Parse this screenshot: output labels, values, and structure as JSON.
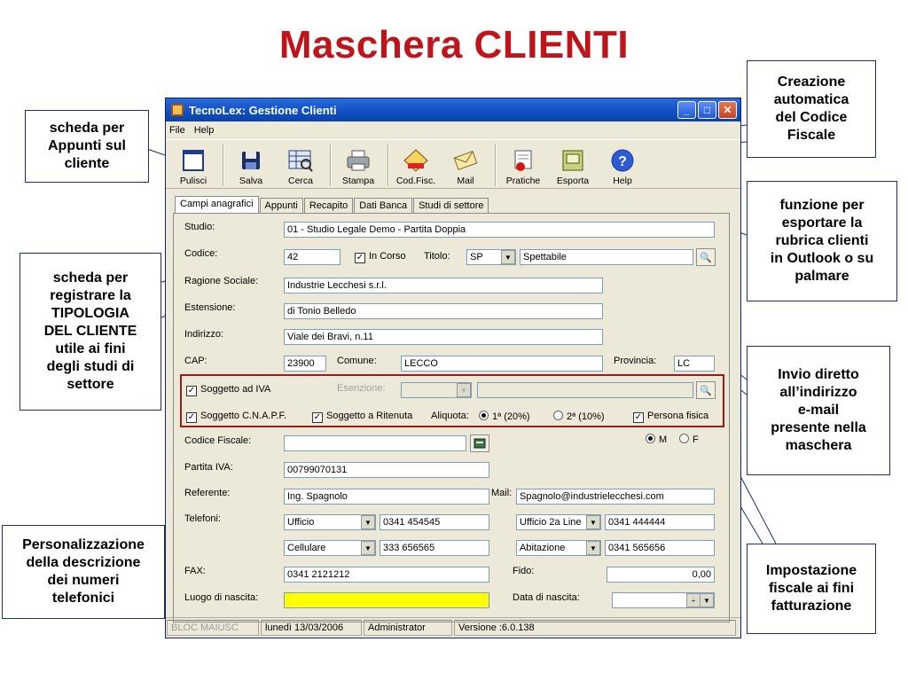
{
  "slide_title": "Maschera  CLIENTI",
  "callouts": {
    "appunti": [
      "scheda per",
      "Appunti sul",
      "cliente"
    ],
    "studi": [
      "scheda per",
      "registrare la",
      "TIPOLOGIA",
      "DEL CLIENTE",
      "utile ai fini",
      "degli studi di",
      "settore"
    ],
    "telefoni": [
      "Personalizzazione",
      "della descrizione",
      "dei numeri",
      "telefonici"
    ],
    "codfisc": [
      "Creazione",
      "automatica",
      "del Codice",
      "Fiscale"
    ],
    "esporta": [
      "funzione per",
      "esportare la",
      "rubrica clienti",
      "in Outlook o su",
      "palmare"
    ],
    "mail": [
      "Invio diretto",
      "all’indirizzo",
      "e-mail",
      "presente nella",
      "maschera"
    ],
    "fiscale": [
      "Impostazione",
      "fiscale ai fini",
      "fatturazione"
    ]
  },
  "window": {
    "title": "TecnoLex: Gestione Clienti",
    "menu": [
      "File",
      "Help"
    ],
    "toolbar": [
      {
        "label": "Pulisci",
        "icon": "blank-page-icon"
      },
      {
        "label": "Salva",
        "icon": "floppy-disk-icon"
      },
      {
        "label": "Cerca",
        "icon": "search-grid-icon"
      },
      {
        "label": "Stampa",
        "icon": "printer-icon"
      },
      {
        "label": "Cod.Fisc.",
        "icon": "codfisc-card-icon"
      },
      {
        "label": "Mail",
        "icon": "envelope-icon"
      },
      {
        "label": "Pratiche",
        "icon": "pratiche-icon"
      },
      {
        "label": "Esporta",
        "icon": "export-icon"
      },
      {
        "label": "Help",
        "icon": "help-icon"
      }
    ],
    "tabs": [
      "Campi anagrafici",
      "Appunti",
      "Recapito",
      "Dati Banca",
      "Studi di settore"
    ],
    "form": {
      "studio_label": "Studio:",
      "studio_value": "01 - Studio Legale Demo - Partita Doppia",
      "codice_label": "Codice:",
      "codice_value": "42",
      "in_corso_label": "In Corso",
      "titolo_label": "Titolo:",
      "titolo_value": "SP",
      "titolo_desc": "Spettabile",
      "ragione_label": "Ragione Sociale:",
      "ragione_value": "Industrie Lecchesi s.r.l.",
      "estensione_label": "Estensione:",
      "estensione_value": "di Tonio  Belledo",
      "indirizzo_label": "Indirizzo:",
      "indirizzo_value": "Viale dei Bravi, n.11",
      "cap_label": "CAP:",
      "cap_value": "23900",
      "comune_label": "Comune:",
      "comune_value": "LECCO",
      "provincia_label": "Provincia:",
      "provincia_value": "LC",
      "iva_label": "Soggetto ad IVA",
      "esenzione_label": "Esenzione:",
      "cnapf_label": "Soggetto C.N.A.P.F.",
      "ritenuta_label": "Soggetto a Ritenuta",
      "aliquota_label": "Aliquota:",
      "aliquota1": "1ª (20%)",
      "aliquota2": "2ª (10%)",
      "persona_label": "Persona fisica",
      "cf_label": "Codice Fiscale:",
      "cf_value": "",
      "sex_m": "M",
      "sex_f": "F",
      "piva_label": "Partita IVA:",
      "piva_value": "00799070131",
      "referente_label": "Referente:",
      "referente_value": "Ing. Spagnolo",
      "mail_label": "Mail:",
      "mail_value": "Spagnolo@industrielecchesi.com",
      "telefoni_label": "Telefoni:",
      "tel1_type": "Ufficio",
      "tel1_num": "0341 454545",
      "tel2_type": "Ufficio 2a Line",
      "tel2_num": "0341 444444",
      "tel3_type": "Cellulare",
      "tel3_num": "333 656565",
      "tel4_type": "Abitazione",
      "tel4_num": "0341 565656",
      "fax_label": "FAX:",
      "fax_value": "0341 2121212",
      "fido_label": "Fido:",
      "fido_value": "0,00",
      "luogo_label": "Luogo di nascita:",
      "luogo_value": "",
      "data_label": "Data di nascita:",
      "data_value": ""
    },
    "status": [
      "BLOC MAIUSC",
      "lunedì 13/03/2006",
      "Administrator",
      "Versione :6.0.138"
    ]
  }
}
